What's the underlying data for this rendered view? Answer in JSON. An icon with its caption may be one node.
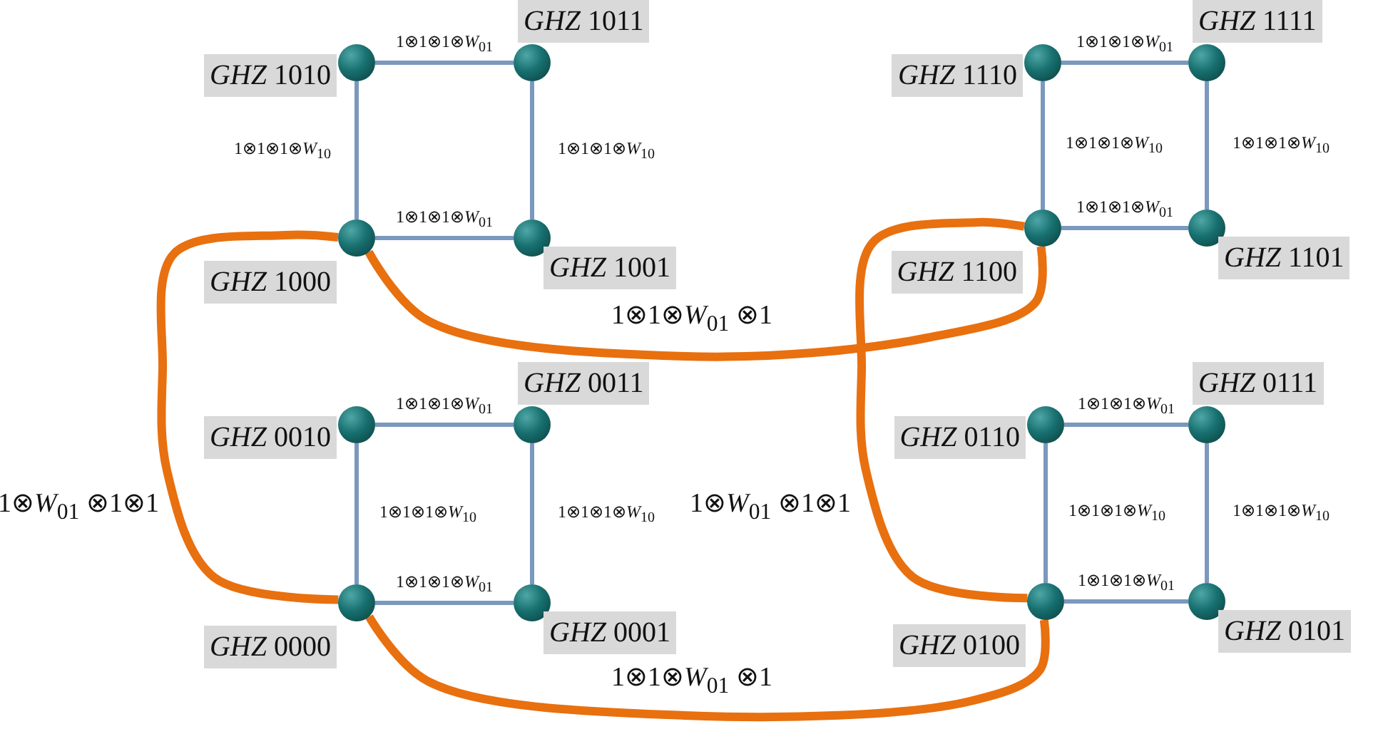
{
  "diagram": {
    "nodes": [
      {
        "text": [
          "*GHZ* 1010"
        ]
      },
      {
        "text": [
          "*GHZ* 1011"
        ]
      },
      {
        "text": [
          "*GHZ* 1000"
        ]
      },
      {
        "text": [
          "*GHZ* 1001"
        ]
      },
      {
        "text": [
          "*GHZ* 1110"
        ]
      },
      {
        "text": [
          "*GHZ* 1111"
        ]
      },
      {
        "text": [
          "*GHZ* 1100"
        ]
      },
      {
        "text": [
          "*GHZ* 1101"
        ]
      },
      {
        "text": [
          "*GHZ* 0010"
        ]
      },
      {
        "text": [
          "*GHZ* 0011"
        ]
      },
      {
        "text": [
          "*GHZ* 0000"
        ]
      },
      {
        "text": [
          "*GHZ* 0001"
        ]
      },
      {
        "text": [
          "*GHZ* 0110"
        ]
      },
      {
        "text": [
          "*GHZ* 0111"
        ]
      },
      {
        "text": [
          "*GHZ* 0100"
        ]
      },
      {
        "text": [
          "*GHZ* 0101"
        ]
      }
    ],
    "edges": [
      {
        "from": 0,
        "to": 1,
        "arrow": "none",
        "label": "1⊗1⊗1⊗*W*$_{01}$"
      },
      {
        "from": 0,
        "to": 2,
        "arrow": "none",
        "label": "1⊗1⊗1⊗*W*$_{10}$"
      },
      {
        "from": 1,
        "to": 3,
        "arrow": "none",
        "label": "1⊗1⊗1⊗*W*$_{10}$"
      },
      {
        "from": 2,
        "to": 3,
        "arrow": "none",
        "label": "1⊗1⊗1⊗*W*$_{01}$"
      },
      {
        "from": 4,
        "to": 5,
        "arrow": "none",
        "label": "1⊗1⊗1⊗*W*$_{01}$"
      },
      {
        "from": 4,
        "to": 6,
        "arrow": "none",
        "label": "1⊗1⊗1⊗*W*$_{10}$"
      },
      {
        "from": 5,
        "to": 7,
        "arrow": "none",
        "label": "1⊗1⊗1⊗*W*$_{10}$"
      },
      {
        "from": 6,
        "to": 7,
        "arrow": "none",
        "label": "1⊗1⊗1⊗*W*$_{01}$"
      },
      {
        "from": 8,
        "to": 9,
        "arrow": "none",
        "label": "1⊗1⊗1⊗*W*$_{01}$"
      },
      {
        "from": 8,
        "to": 10,
        "arrow": "none",
        "label": "1⊗1⊗1⊗*W*$_{10}$"
      },
      {
        "from": 9,
        "to": 11,
        "arrow": "none",
        "label": "1⊗1⊗1⊗*W*$_{10}$"
      },
      {
        "from": 10,
        "to": 11,
        "arrow": "none",
        "label": "1⊗1⊗1⊗*W*$_{01}$"
      },
      {
        "from": 12,
        "to": 13,
        "arrow": "none",
        "label": "1⊗1⊗1⊗*W*$_{01}$"
      },
      {
        "from": 12,
        "to": 14,
        "arrow": "none",
        "label": "1⊗1⊗1⊗*W*$_{10}$"
      },
      {
        "from": 13,
        "to": 15,
        "arrow": "none",
        "label": "1⊗1⊗1⊗*W*$_{10}$"
      },
      {
        "from": 14,
        "to": 15,
        "arrow": "none",
        "label": "1⊗1⊗1⊗*W*$_{01}$"
      },
      {
        "from": 2,
        "to": 6,
        "arrow": "none",
        "label": "1⊗1⊗*W*$_{01}$ ⊗1",
        "style": "thick",
        "color": "#e8700f"
      },
      {
        "from": 2,
        "to": 10,
        "arrow": "none",
        "label": "1⊗*W*$_{01}$ ⊗1⊗1",
        "style": "thick",
        "color": "#e8700f"
      },
      {
        "from": 6,
        "to": 14,
        "arrow": "none",
        "label": "1⊗*W*$_{01}$ ⊗1⊗1",
        "style": "thick",
        "color": "#e8700f"
      },
      {
        "from": 10,
        "to": 14,
        "arrow": "none",
        "label": "1⊗1⊗*W*$_{01}$ ⊗1",
        "style": "thick",
        "color": "#e8700f"
      }
    ]
  }
}
